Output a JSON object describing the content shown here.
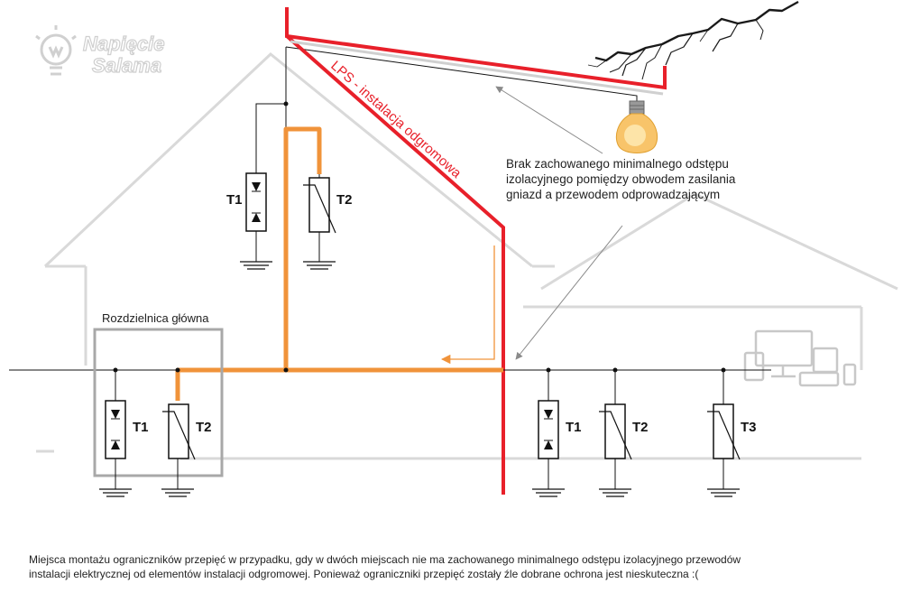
{
  "logo": {
    "line1": "Napięcie",
    "line2": "Salama"
  },
  "labels": {
    "lps": "LPS - instalacja odgromowa",
    "switchboard": "Rozdzielnica główna",
    "t1": "T1",
    "t2": "T2",
    "t3": "T3"
  },
  "warning": {
    "line1": "Brak zachowanego minimalnego odstępu",
    "line2": "izolacyjnego pomiędzy obwodem zasilania",
    "line3": "gniazd a przewodem odprowadzającym"
  },
  "caption": {
    "line1": "Miejsca montażu ograniczników przepięć w przypadku, gdy w dwóch miejscach nie ma zachowanego minimalnego odstępu izolacyjnego przewodów",
    "line2": "instalacji elektrycznej od elementów instalacji odgromowej. Ponieważ ograniczniki przepięć zostały źle dobrane ochrona jest nieskuteczna :("
  },
  "colors": {
    "lightning_protection": "#e8202a",
    "current_path": "#f0933a",
    "wire": "#111111",
    "house_outline": "#d6d6d6",
    "switchboard_box": "#a8a8a8",
    "note_arrow": "#8a8a8a"
  },
  "icons": [
    "lightning-bolt-icon",
    "light-bulb-icon",
    "devices-icon",
    "logo-icon"
  ]
}
